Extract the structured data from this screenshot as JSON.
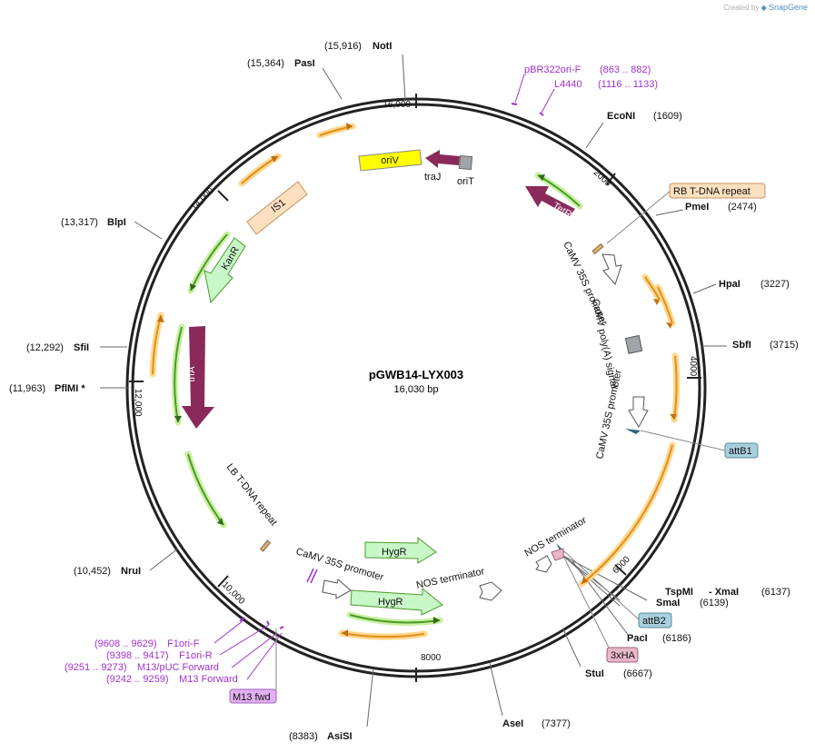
{
  "credit": {
    "prefix": "Created by",
    "brand": "SnapGene"
  },
  "plasmid": {
    "name": "pGWB14-LYX003",
    "size": "16,030 bp"
  },
  "ticks": [
    "16,000",
    "2000",
    "4000",
    "6000",
    "8000",
    "10,000",
    "12,000",
    "14,000"
  ],
  "sites": [
    {
      "pos": "(15,916)",
      "name": "NotI"
    },
    {
      "pos": "(15,364)",
      "name": "PasI"
    },
    {
      "name": "EcoNI",
      "pos": "(1609)"
    },
    {
      "name": "PmeI",
      "pos": "(2474)"
    },
    {
      "name": "HpaI",
      "pos": "(3227)"
    },
    {
      "name": "SbfI",
      "pos": "(3715)"
    },
    {
      "pos": "(13,317)",
      "name": "BlpI"
    },
    {
      "pos": "(12,292)",
      "name": "SfiI"
    },
    {
      "pos": "(11,963)",
      "name": "PflMI *"
    },
    {
      "pos": "(10,452)",
      "name": "NruI"
    },
    {
      "name": "TspMI",
      "sep": "- XmaI",
      "pos": "(6137)"
    },
    {
      "name": "SmaI",
      "pos": "(6139)"
    },
    {
      "name": "PacI",
      "pos": "(6186)"
    },
    {
      "name": "StuI",
      "pos": "(6667)"
    },
    {
      "name": "AseI",
      "pos": "(7377)"
    },
    {
      "pos": "(8383)",
      "name": "AsiSI"
    }
  ],
  "primers": [
    {
      "name": "pBR322ori-F",
      "range": "(863 .. 882)"
    },
    {
      "name": "L4440",
      "range": "(1116 .. 1133)"
    },
    {
      "range": "(9608 .. 9629)",
      "name": "F1ori-F"
    },
    {
      "range": "(9398 .. 9417)",
      "name": "F1ori-R"
    },
    {
      "range": "(9251 .. 9273)",
      "name": "M13/pUC Forward"
    },
    {
      "range": "(9242 .. 9259)",
      "name": "M13 Forward"
    }
  ],
  "boxed": {
    "rb_tdna": "RB T-DNA repeat",
    "attB1": "attB1",
    "attB2": "attB2",
    "tag3xHA": "3xHA",
    "m13fwd": "M13 fwd"
  },
  "features": {
    "oriV": "oriV",
    "traJ": "traJ",
    "oriT": "oriT",
    "TetR": "TetR",
    "IS1": "IS1",
    "KanR": "KanR",
    "trfA": "trfA",
    "hygr1": "HygR",
    "hygr2": "HygR",
    "camv35s_prom1": "CaMV 35S promoter",
    "camv_polyA": "CaMV poly(A) signal",
    "camv35s_prom2": "CaMV 35S promoter",
    "lb_tdna": "LB T-DNA repeat",
    "camv35s_prom3": "CaMV 35S promoter",
    "nos_term1": "NOS terminator",
    "nos_term2": "NOS terminator"
  },
  "colors": {
    "backbone": "#222222",
    "orf_fill": "#f0a020",
    "orf_stroke": "#ffd890",
    "cds_green_fill": "#4c9a2a",
    "cds_green_stroke": "#c8f0a0",
    "primer": "#a030d0",
    "trfA": "#8a2a5a",
    "tetR": "#8a2a5a",
    "traJ": "#8a2a5a",
    "oriV": "#ffff00",
    "IS1": "#fde0c0",
    "KanR": "#c8f8c8",
    "HygR": "#c8f8c8",
    "rb_box": "#fde0c0",
    "att_box": "#a8d0dc",
    "ha_box": "#e8b8c8",
    "m13_box": "#e0b0f0"
  }
}
